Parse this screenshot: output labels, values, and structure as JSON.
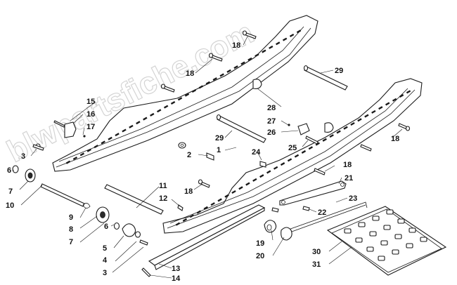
{
  "watermark": "blwpartsfiche.com",
  "callouts": {
    "c1": "1",
    "c2": "2",
    "c3a": "3",
    "c3b": "3",
    "c4": "4",
    "c5": "5",
    "c6a": "6",
    "c6b": "6",
    "c7a": "7",
    "c7b": "7",
    "c8": "8",
    "c9": "9",
    "c10": "10",
    "c11": "11",
    "c12": "12",
    "c13": "13",
    "c14": "14",
    "c15": "15",
    "c16": "16",
    "c17": "17",
    "c18a": "18",
    "c18b": "18",
    "c18c": "18",
    "c18d": "18",
    "c18e": "18",
    "c19": "19",
    "c20": "20",
    "c21": "21",
    "c22": "22",
    "c23": "23",
    "c24": "24",
    "c25": "25",
    "c26": "26",
    "c27": "27",
    "c28": "28",
    "c29a": "29",
    "c29b": "29",
    "c30": "30",
    "c31": "31"
  }
}
